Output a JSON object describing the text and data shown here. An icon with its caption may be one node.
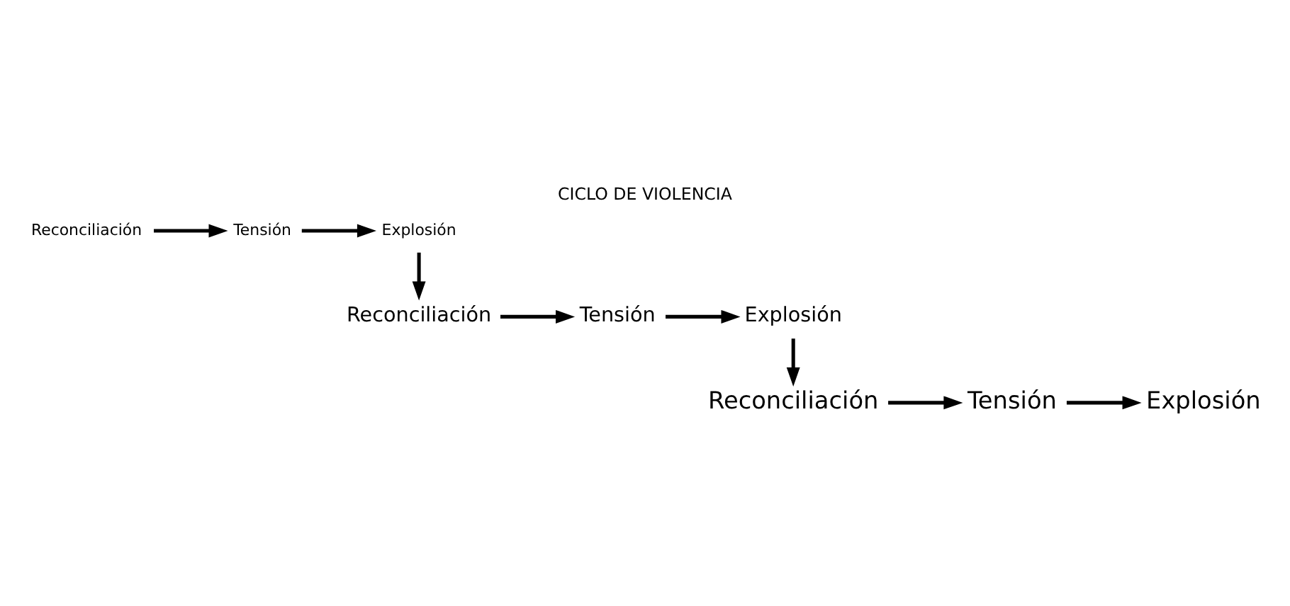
{
  "diagram": {
    "title": "CICLO DE VIOLENCIA",
    "nodes": [
      {
        "text": [
          "Tensión"
        ]
      },
      {
        "text": [
          "Reconciliación"
        ]
      },
      {
        "text": [
          "Explosión"
        ]
      },
      {
        "text": [
          "Tensión"
        ]
      },
      {
        "text": [
          "Explosión"
        ]
      },
      {
        "text": [
          "Reconciliación"
        ]
      },
      {
        "text": [
          "Tensión"
        ]
      },
      {
        "text": [
          "Reconciliación"
        ]
      },
      {
        "text": [
          "Explosión"
        ]
      }
    ],
    "edges": [
      {
        "from": 1,
        "to": 0,
        "arrow": "to"
      },
      {
        "from": 0,
        "to": 2,
        "arrow": "to"
      },
      {
        "from": 2,
        "to": 5,
        "arrow": "to"
      },
      {
        "from": 5,
        "to": 3,
        "arrow": "to"
      },
      {
        "from": 3,
        "to": 4,
        "arrow": "to"
      },
      {
        "from": 4,
        "to": 7,
        "arrow": "to"
      },
      {
        "from": 7,
        "to": 6,
        "arrow": "to"
      },
      {
        "from": 6,
        "to": 8,
        "arrow": "to"
      }
    ]
  }
}
